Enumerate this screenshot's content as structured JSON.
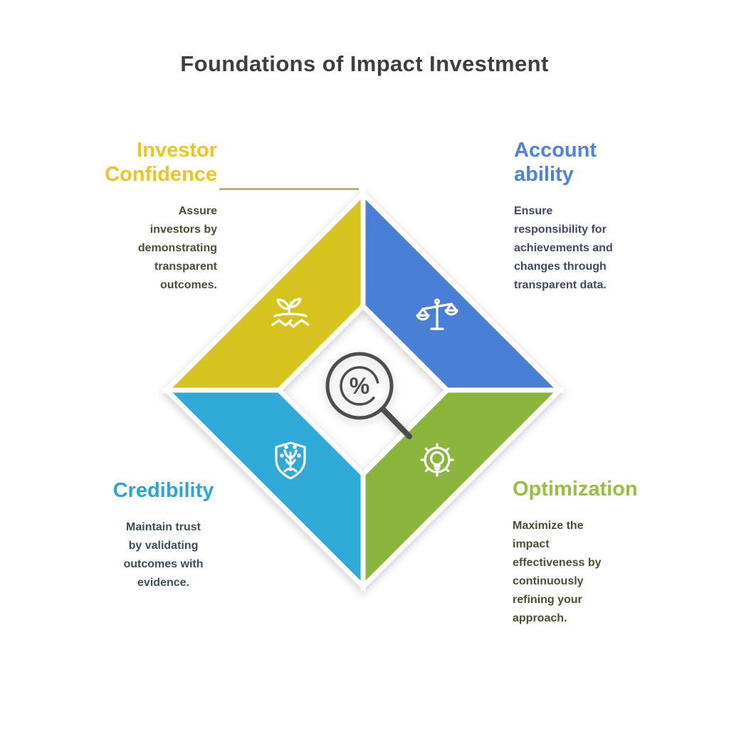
{
  "title": "Foundations of Impact Investment",
  "connector": {
    "color": "#b9b28b"
  },
  "center": {
    "icon": "magnifier-percent-icon",
    "symbol": "%",
    "color": "#4d4d4d"
  },
  "sections": [
    {
      "id": "investor-confidence",
      "title_lines": [
        "Investor",
        "Confidence"
      ],
      "body_lines": [
        "Assure",
        "investors by",
        "demonstrating",
        "transparent",
        "outcomes."
      ],
      "title_color": "#ecc61c",
      "body_color": "#4f4c33",
      "segment_color": "#d6c31e",
      "icon": "handshake-sprout-icon"
    },
    {
      "id": "accountability",
      "title_lines": [
        "Account",
        "ability"
      ],
      "body_lines": [
        "Ensure",
        "responsibility for",
        "achievements and",
        "changes through",
        "transparent data."
      ],
      "title_color": "#4d82e2",
      "body_color": "#3e4a66",
      "segment_color": "#4a7fd6",
      "icon": "balance-scales-icon"
    },
    {
      "id": "credibility",
      "title_lines": [
        "Credibility"
      ],
      "body_lines": [
        "Maintain trust",
        "by validating",
        "outcomes with",
        "evidence."
      ],
      "title_color": "#2aa6d6",
      "body_color": "#39505c",
      "segment_color": "#2fa9d8",
      "icon": "shield-tree-icon"
    },
    {
      "id": "optimization",
      "title_lines": [
        "Optimization"
      ],
      "body_lines": [
        "Maximize the",
        "impact",
        "effectiveness by",
        "continuously",
        "refining your",
        "approach."
      ],
      "title_color": "#97c13c",
      "body_color": "#49522f",
      "segment_color": "#8cb53d",
      "icon": "gear-bulb-icon"
    }
  ]
}
